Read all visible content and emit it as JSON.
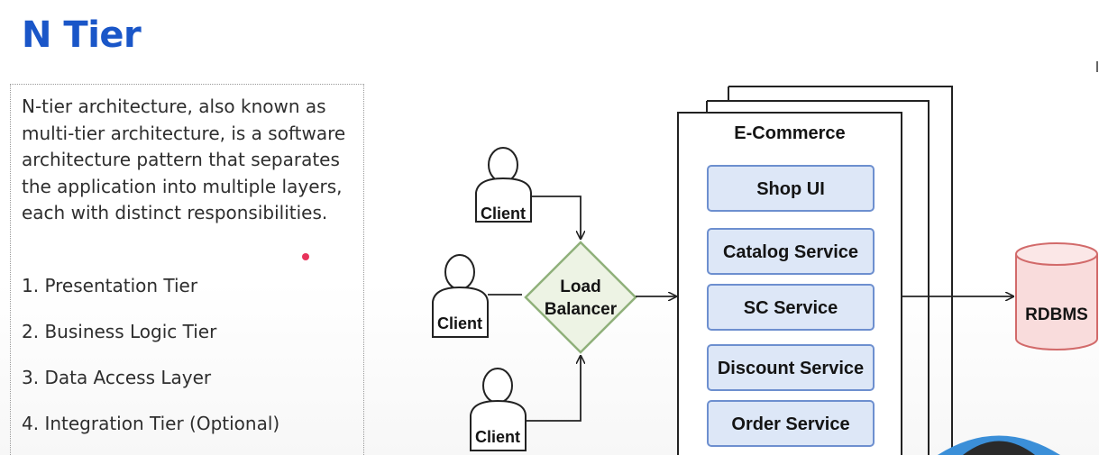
{
  "title": "N Tier",
  "description": "N-tier architecture, also known as multi-tier architecture, is a software architecture pattern that separates the application into multiple layers, each with distinct responsibilities.",
  "tiers": [
    "1. Presentation Tier",
    "2. Business Logic Tier",
    "3. Data Access Layer",
    "4. Integration Tier (Optional)"
  ],
  "diagram": {
    "clients": [
      "Client",
      "Client",
      "Client"
    ],
    "load_balancer": [
      "Load",
      "Balancer"
    ],
    "container_title": "E-Commerce",
    "services": [
      "Shop UI",
      "Catalog Service",
      "SC Service",
      "Discount Service",
      "Order Service"
    ],
    "database": "RDBMS"
  },
  "colors": {
    "title": "#1a56c8",
    "service_fill": "#dde7f7",
    "service_border": "#6d8fcf",
    "load_balancer_fill": "#edf3e4",
    "load_balancer_border": "#8fb07a",
    "database_fill": "#f9dcdc",
    "database_border": "#d26a6a",
    "pointer": "#e8335b"
  }
}
